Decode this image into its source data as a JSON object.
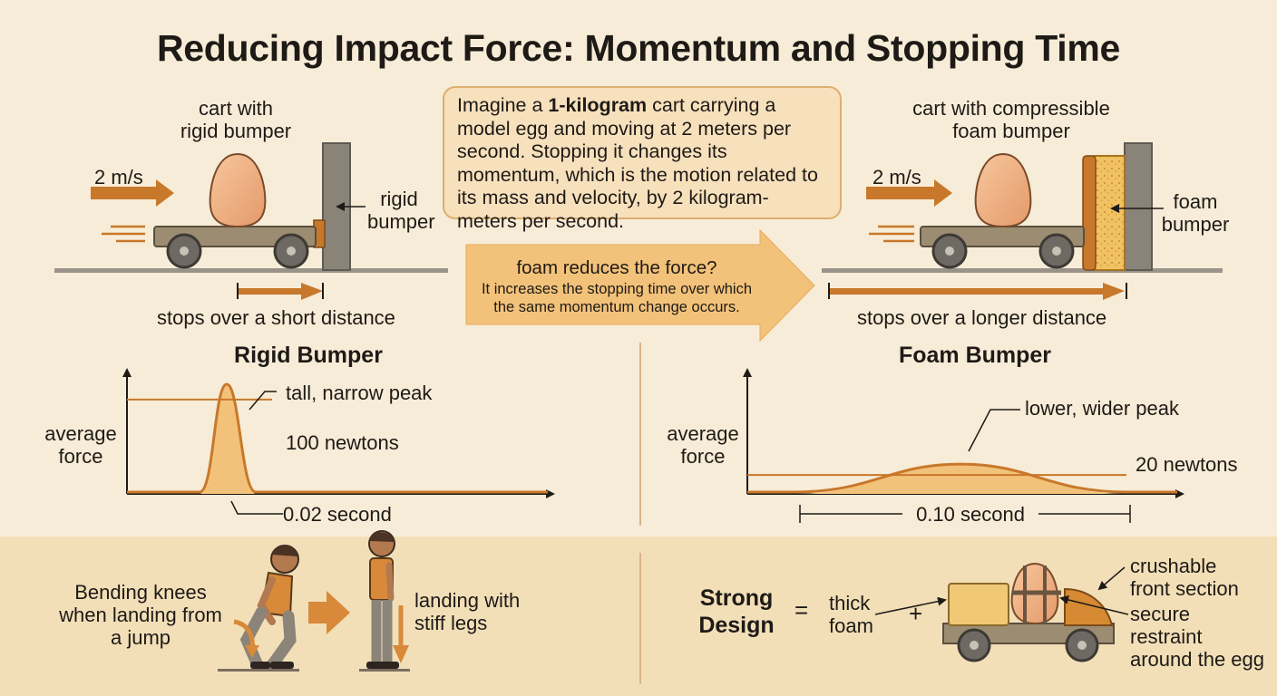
{
  "title": "Reducing Impact Force: Momentum and Stopping Time",
  "rigid_scene": {
    "cart_label": [
      "cart with",
      "rigid bumper"
    ],
    "speed": "2 m/s",
    "bumper_label": [
      "rigid",
      "bumper"
    ],
    "stop_caption": "stops over a short distance"
  },
  "foam_scene": {
    "cart_label": [
      "cart with compressible",
      "foam bumper"
    ],
    "speed": "2 m/s",
    "bumper_label": [
      "foam",
      "bumper"
    ],
    "stop_caption": "stops over a longer distance"
  },
  "info_box": {
    "before_bold": "Imagine a ",
    "bold": "1-kilogram",
    "after_bold": " cart carrying a model egg and moving at 2 meters per second. Stopping it changes its momentum, which is the motion related to its mass and velocity, by 2 kilogram-meters per second."
  },
  "arrow_callout": {
    "question": "foam reduces the force?",
    "answer": "It increases the stopping time over which the same momentum change occurs."
  },
  "chart_data": [
    {
      "type": "area",
      "title": "Rigid Bumper",
      "ylabel": "average force",
      "peak_annotation": "tall, narrow peak",
      "average_force_newtons": 100,
      "average_label": "100 newtons",
      "duration_seconds": 0.02,
      "duration_label": "0.02 second"
    },
    {
      "type": "area",
      "title": "Foam Bumper",
      "ylabel": "average force",
      "peak_annotation": "lower, wider peak",
      "average_force_newtons": 20,
      "average_label": "20 newtons",
      "duration_seconds": 0.1,
      "duration_label": "0.10 second"
    }
  ],
  "bottom_left": {
    "bend_caption": [
      "Bending knees",
      "when landing from",
      "a jump"
    ],
    "stiff_caption": [
      "landing with",
      "stiff legs"
    ]
  },
  "bottom_right": {
    "strong_design": [
      "Strong",
      "Design"
    ],
    "equals": "=",
    "plus": "+",
    "thick_foam": [
      "thick",
      "foam"
    ],
    "crushable": [
      "crushable",
      "front section"
    ],
    "restraint": [
      "secure",
      "restraint",
      "around the egg"
    ]
  },
  "colors": {
    "background": "#f7ecd7",
    "accent": "#c8782a",
    "fill": "#f3c27a",
    "bumper": "#8a8378",
    "cart": "#9c8c72"
  }
}
